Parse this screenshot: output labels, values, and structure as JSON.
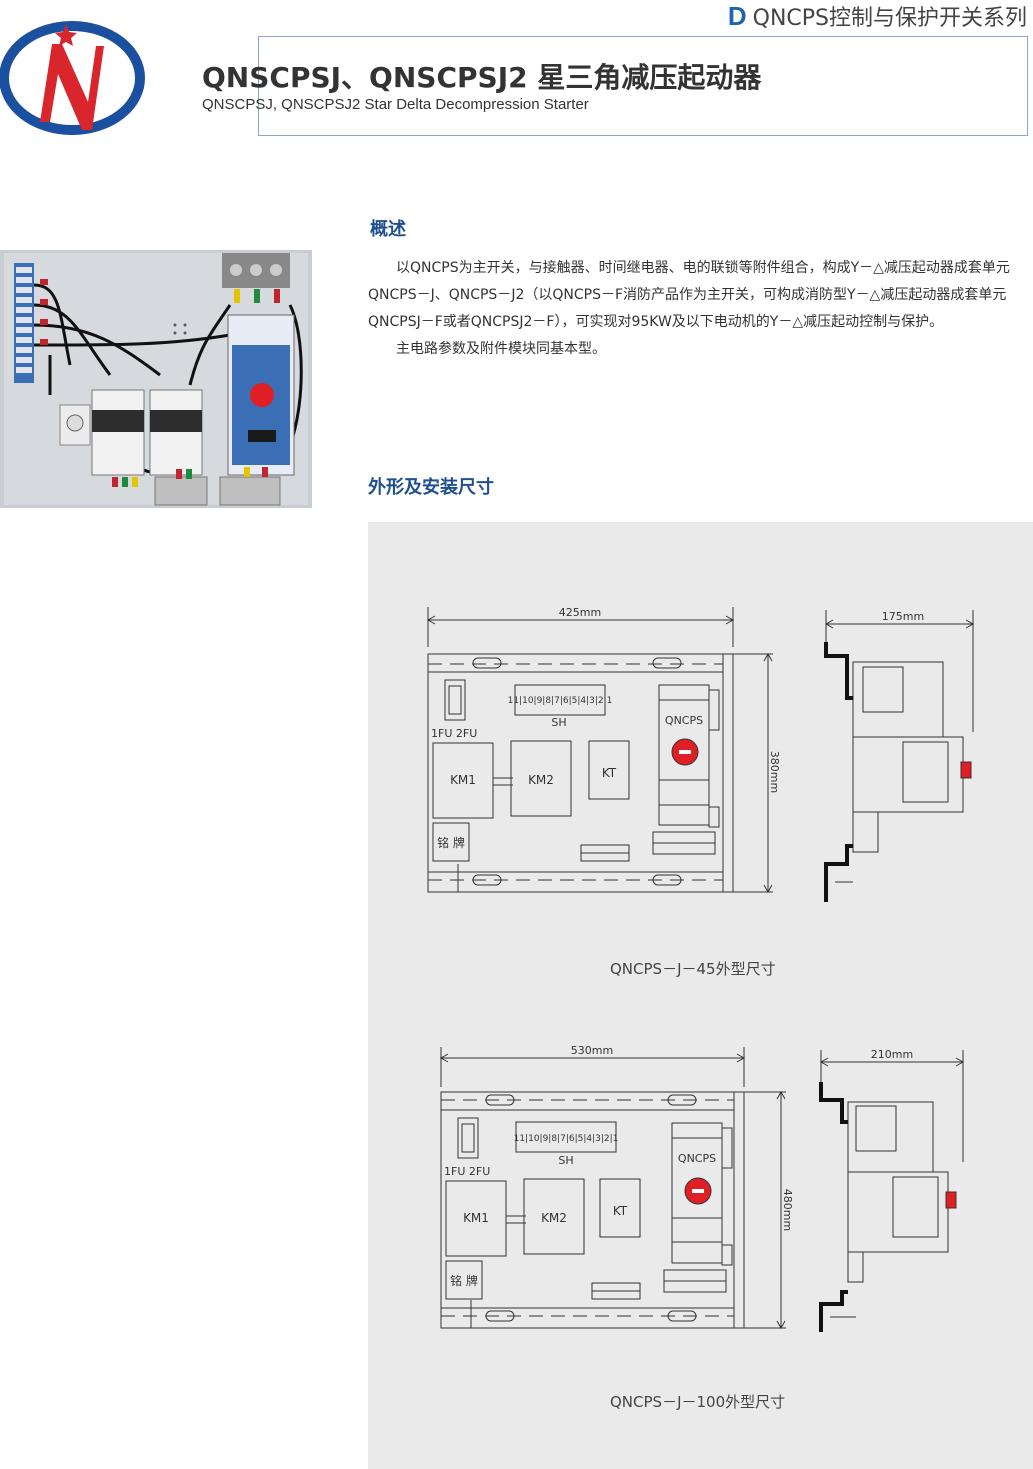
{
  "header": {
    "series_letter": "D",
    "series_name": "QNCPS控制与保护开关系列",
    "title_cn": "QNSCPSJ、QNSCPSJ2 星三角减压起动器",
    "title_en": "QNSCPSJ, QNSCPSJ2 Star Delta Decompression Starter"
  },
  "overview": {
    "heading": "概述",
    "paragraph1": "以QNCPS为主开关，与接触器、时间继电器、电的联锁等附件组合，构成Y－△减压起动器成套单元QNCPS－J、QNCPS－J2（以QNCPS－F消防产品作为主开关，可构成消防型Y－△减压起动器成套单元QNCPSJ－F或者QNCPSJ2－F），可实现对95KW及以下电动机的Y－△减压起动控制与保护。",
    "paragraph2": "主电路参数及附件模块同基本型。"
  },
  "dimensions": {
    "heading": "外形及安装尺寸",
    "drawing1": {
      "caption": "QNCPS－J－45外型尺寸",
      "width": "425mm",
      "height": "380mm",
      "depth": "175mm",
      "labels": {
        "fuse": "1FU  2FU",
        "sh": "SH",
        "sh_digits": "11|10|9|8|7|6|5|4|3|2|1",
        "switch": "QNCPS",
        "km1": "KM1",
        "km2": "KM2",
        "kt": "KT",
        "plate": "铭  牌"
      }
    },
    "drawing2": {
      "caption": "QNCPS－J－100外型尺寸",
      "width": "530mm",
      "height": "480mm",
      "depth": "210mm",
      "labels": {
        "fuse": "1FU  2FU",
        "sh": "SH",
        "sh_digits": "11|10|9|8|7|6|5|4|3|2|1",
        "switch": "QNCPS",
        "km1": "KM1",
        "km2": "KM2",
        "kt": "KT",
        "plate": "铭  牌"
      }
    }
  },
  "colors": {
    "accent_blue": "#1f4f8f",
    "logo_red": "#d9262c",
    "switch_red": "#e01f24",
    "panel_gray": "#eaeaea"
  }
}
